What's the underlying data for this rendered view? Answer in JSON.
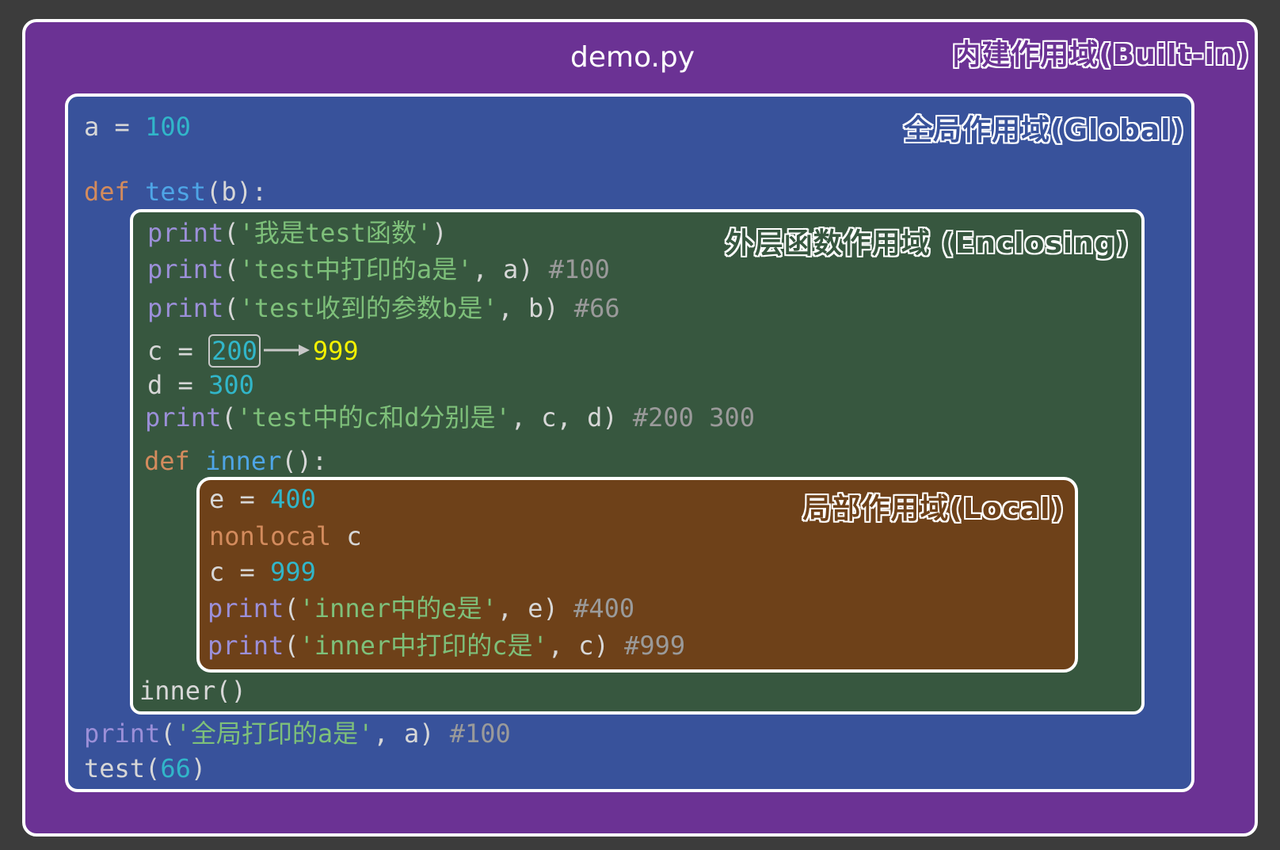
{
  "file": {
    "name": "demo.py"
  },
  "scopes": {
    "builtin": "内建作用域(Built-in)",
    "global": "全局作用域(Global)",
    "enclosing": "外层函数作用域 (Enclosing)",
    "local": "局部作用域(Local)"
  },
  "code": {
    "a_assign": {
      "var": "a",
      "op": " = ",
      "value": "100"
    },
    "def_test": {
      "kw": "def",
      "name": "test",
      "args": "(b):"
    },
    "print1": {
      "fn": "print",
      "open": "(",
      "str": "'我是test函数'",
      "close": ")"
    },
    "print2": {
      "fn": "print",
      "open": "(",
      "str": "'test中打印的a是'",
      "rest": ", a) ",
      "comment": "#100"
    },
    "print3": {
      "fn": "print",
      "open": "(",
      "str": "'test收到的参数b是'",
      "rest": ", b) ",
      "comment": "#66"
    },
    "c_assign": {
      "var": "c",
      "op": " = ",
      "old_value": "200",
      "new_value": "999"
    },
    "d_assign": {
      "var": "d",
      "op": " = ",
      "value": "300"
    },
    "print4": {
      "fn": "print",
      "open": "(",
      "str": "'test中的c和d分别是'",
      "rest": ", c, d) ",
      "comment": "#200 300"
    },
    "def_inner": {
      "kw": "def",
      "name": "inner",
      "args": "():"
    },
    "e_assign": {
      "var": "e",
      "op": " = ",
      "value": "400"
    },
    "nonlocal": {
      "kw": "nonlocal",
      "rest": " c"
    },
    "c_assign2": {
      "var": "c",
      "op": " = ",
      "value": "999"
    },
    "print5": {
      "fn": "print",
      "open": "(",
      "str": "'inner中的e是'",
      "rest": ", e) ",
      "comment": "#400"
    },
    "print6": {
      "fn": "print",
      "open": "(",
      "str": "'inner中打印的c是'",
      "rest": ", c) ",
      "comment": "#999"
    },
    "call_inner": {
      "text": "inner()"
    },
    "print7": {
      "fn": "print",
      "open": "(",
      "str": "'全局打印的a是'",
      "rest": ", a) ",
      "comment": "#100"
    },
    "call_test": {
      "fn": "test(",
      "value": "66",
      "close": ")"
    }
  },
  "colors": {
    "builtin_bg": "#6b3294",
    "global_bg": "#38529b",
    "enclosing_bg": "#37573f",
    "local_bg": "#6e4119",
    "keyword": "#d38b5d",
    "number": "#31b6c9",
    "string": "#7ec07a",
    "comment": "#9a9a9a",
    "highlight": "#f4f000"
  },
  "icons": {
    "change_arrow": "right-arrow-icon"
  }
}
